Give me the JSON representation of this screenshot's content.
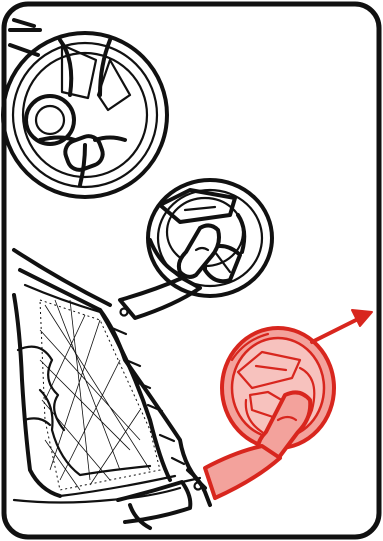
{
  "illustration": {
    "highlight_color": "#d8261e",
    "highlight_fill": "#f3a29c",
    "ink_color": "#111111",
    "frame": "rounded-rectangle",
    "highlighted_part": "front-wheel",
    "motion": "arrow-up-right"
  }
}
